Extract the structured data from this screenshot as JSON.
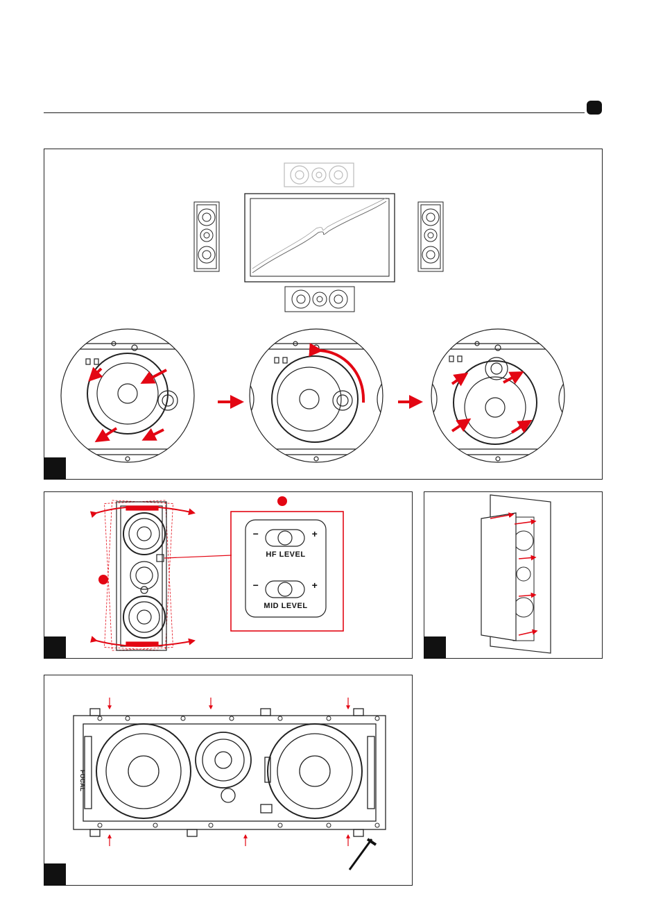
{
  "page": {
    "accent_color": "#e30613"
  },
  "adjust": {
    "hf_level_label": "HF LEVEL",
    "mid_level_label": "MID LEVEL",
    "minus_symbol": "−",
    "plus_symbol": "+"
  },
  "center_speaker": {
    "brand_text": "FOCAL"
  },
  "icons": {
    "step_box": "black-square",
    "page_badge": "black-rounded-square",
    "callout_dot": "red-circle",
    "screw": "screw-icon"
  }
}
